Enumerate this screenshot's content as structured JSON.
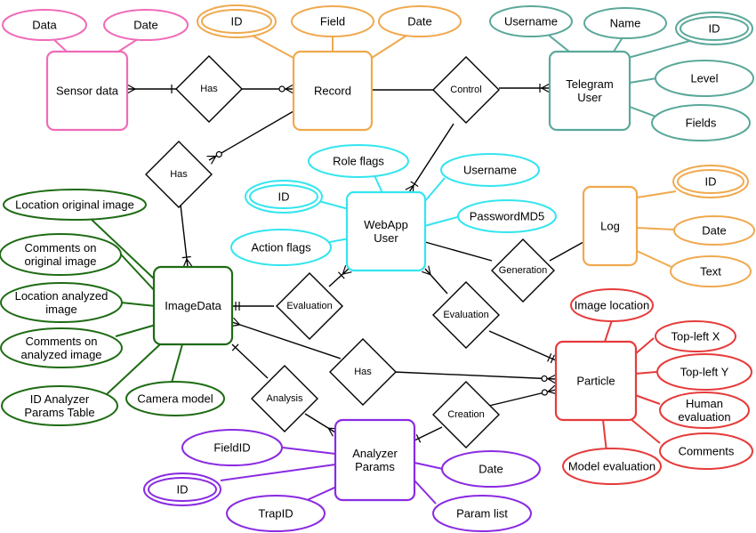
{
  "colors": {
    "pink": "#f06bb8",
    "orange": "#f0a94e",
    "teal": "#5ba89a",
    "cyan": "#33e5ef",
    "green": "#1e6b14",
    "red": "#e63b3b",
    "purple": "#8a2be2",
    "black": "#000000"
  },
  "entities": {
    "sensor_data": [
      "Sensor data"
    ],
    "record": [
      "Record"
    ],
    "telegram_user": [
      "Telegram",
      "User"
    ],
    "webapp_user": [
      "WebApp",
      "User"
    ],
    "log": [
      "Log"
    ],
    "image_data": [
      "ImageData"
    ],
    "particle": [
      "Particle"
    ],
    "analyzer_params": [
      "Analyzer",
      "Params"
    ]
  },
  "relationships": {
    "has_sensor": "Has",
    "has_record_image": "Has",
    "control": "Control",
    "generation": "Generation",
    "evaluation_image": "Evaluation",
    "evaluation_particle": "Evaluation",
    "has_image_particle": "Has",
    "analysis": "Analysis",
    "creation": "Creation"
  },
  "attributes": {
    "sensor_data": {
      "data": [
        "Data"
      ],
      "date": [
        "Date"
      ]
    },
    "record": {
      "id": [
        "ID"
      ],
      "field": [
        "Field"
      ],
      "date": [
        "Date"
      ]
    },
    "telegram_user": {
      "username": [
        "Username"
      ],
      "name": [
        "Name"
      ],
      "id": [
        "ID"
      ],
      "level": [
        "Level"
      ],
      "fields": [
        "Fields"
      ]
    },
    "webapp_user": {
      "role_flags": [
        "Role flags"
      ],
      "username": [
        "Username"
      ],
      "id": [
        "ID"
      ],
      "password": [
        "PasswordMD5"
      ],
      "action_flags": [
        "Action flags"
      ]
    },
    "log": {
      "id": [
        "ID"
      ],
      "date": [
        "Date"
      ],
      "text": [
        "Text"
      ]
    },
    "image_data": {
      "location_original": [
        "Location original image"
      ],
      "comments_original": [
        "Comments on",
        "original image"
      ],
      "location_analyzed": [
        "Location analyzed",
        "image"
      ],
      "comments_analyzed": [
        "Comments on",
        "analyzed image"
      ],
      "id_analyzer": [
        "ID Analyzer",
        "Params Table"
      ],
      "camera_model": [
        "Camera model"
      ]
    },
    "particle": {
      "image_location": [
        "Image location"
      ],
      "top_left_x": [
        "Top-left X"
      ],
      "top_left_y": [
        "Top-left Y"
      ],
      "human_evaluation": [
        "Human",
        "evaluation"
      ],
      "comments": [
        "Comments"
      ],
      "model_evaluation": [
        "Model evaluation"
      ]
    },
    "analyzer_params": {
      "field_id": [
        "FieldID"
      ],
      "id": [
        "ID"
      ],
      "trap_id": [
        "TrapID"
      ],
      "date": [
        "Date"
      ],
      "param_list": [
        "Param list"
      ]
    }
  }
}
